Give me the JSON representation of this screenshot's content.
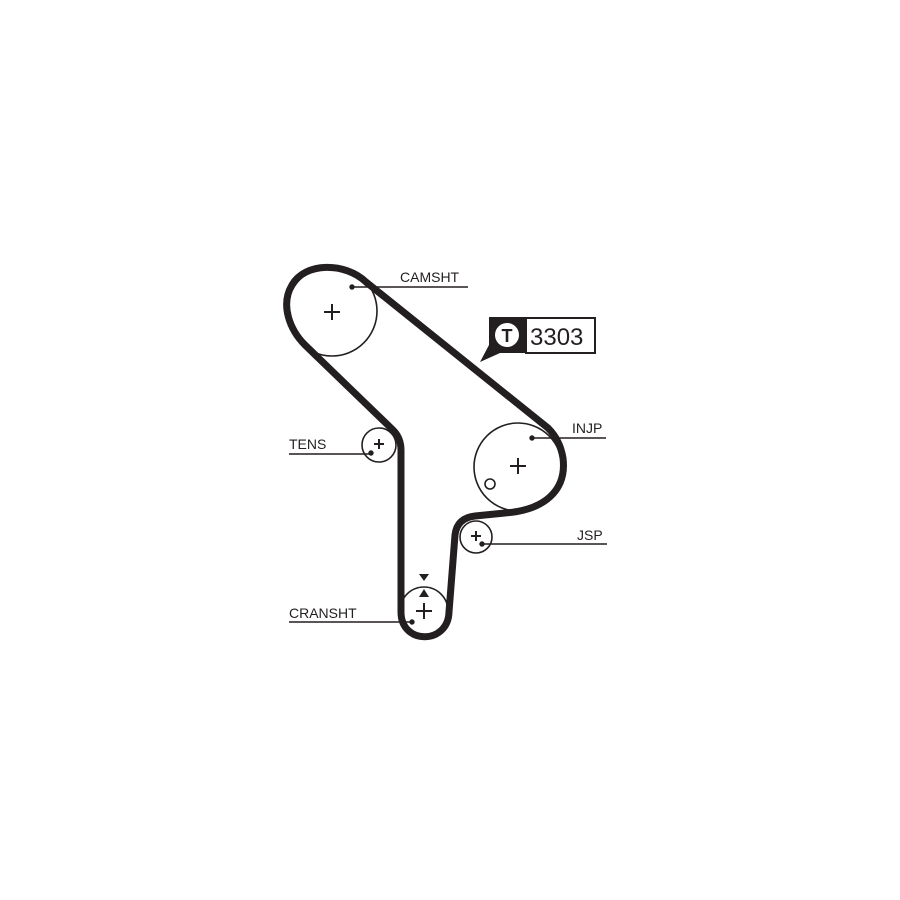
{
  "diagram": {
    "title": "Timing belt layout",
    "labels": {
      "camshaft": "CAMSHT",
      "tensioner": "TENS",
      "injection_pump": "INJP",
      "jsp": "JSP",
      "crankshaft": "CRANSHT"
    },
    "badge": {
      "icon_letter": "T",
      "part_number": "3303"
    },
    "colors": {
      "belt": "#231f20",
      "background": "#ffffff"
    }
  }
}
